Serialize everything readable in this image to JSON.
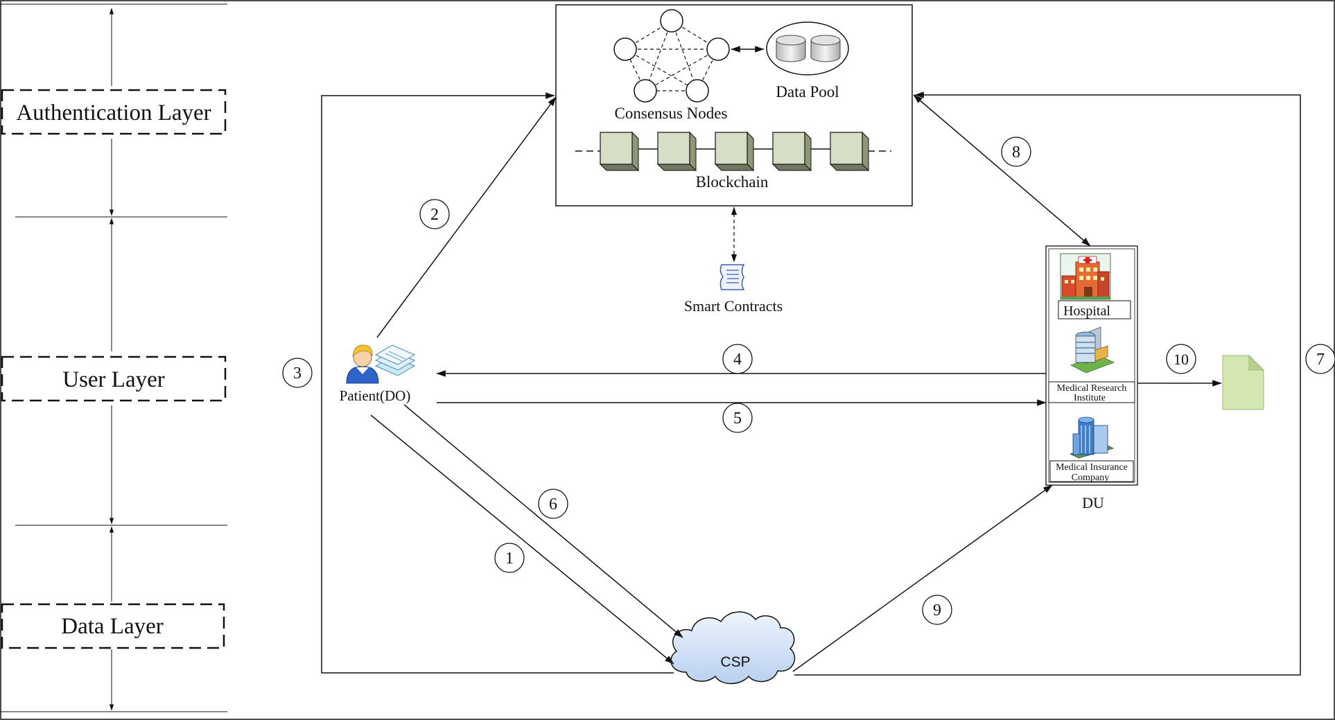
{
  "layers": {
    "authentication": "Authentication Layer",
    "user": "User Layer",
    "data": "Data Layer"
  },
  "blockchain_box": {
    "consensus_nodes": "Consensus Nodes",
    "data_pool": "Data Pool",
    "blockchain": "Blockchain"
  },
  "smart_contracts": "Smart Contracts",
  "patient": "Patient(DO)",
  "csp": "CSP",
  "du": {
    "label": "DU",
    "hospital": "Hospital",
    "research_line1": "Medical Research",
    "research_line2": "Institute",
    "insurance_line1": "Medical Insurance",
    "insurance_line2": "Company"
  },
  "steps": [
    "1",
    "2",
    "3",
    "4",
    "5",
    "6",
    "7",
    "8",
    "9",
    "10"
  ],
  "colors": {
    "block": "#d6dfc6",
    "cloud": "#cfe0f5",
    "document": "#d4e7b0",
    "stroke": "#111111"
  }
}
